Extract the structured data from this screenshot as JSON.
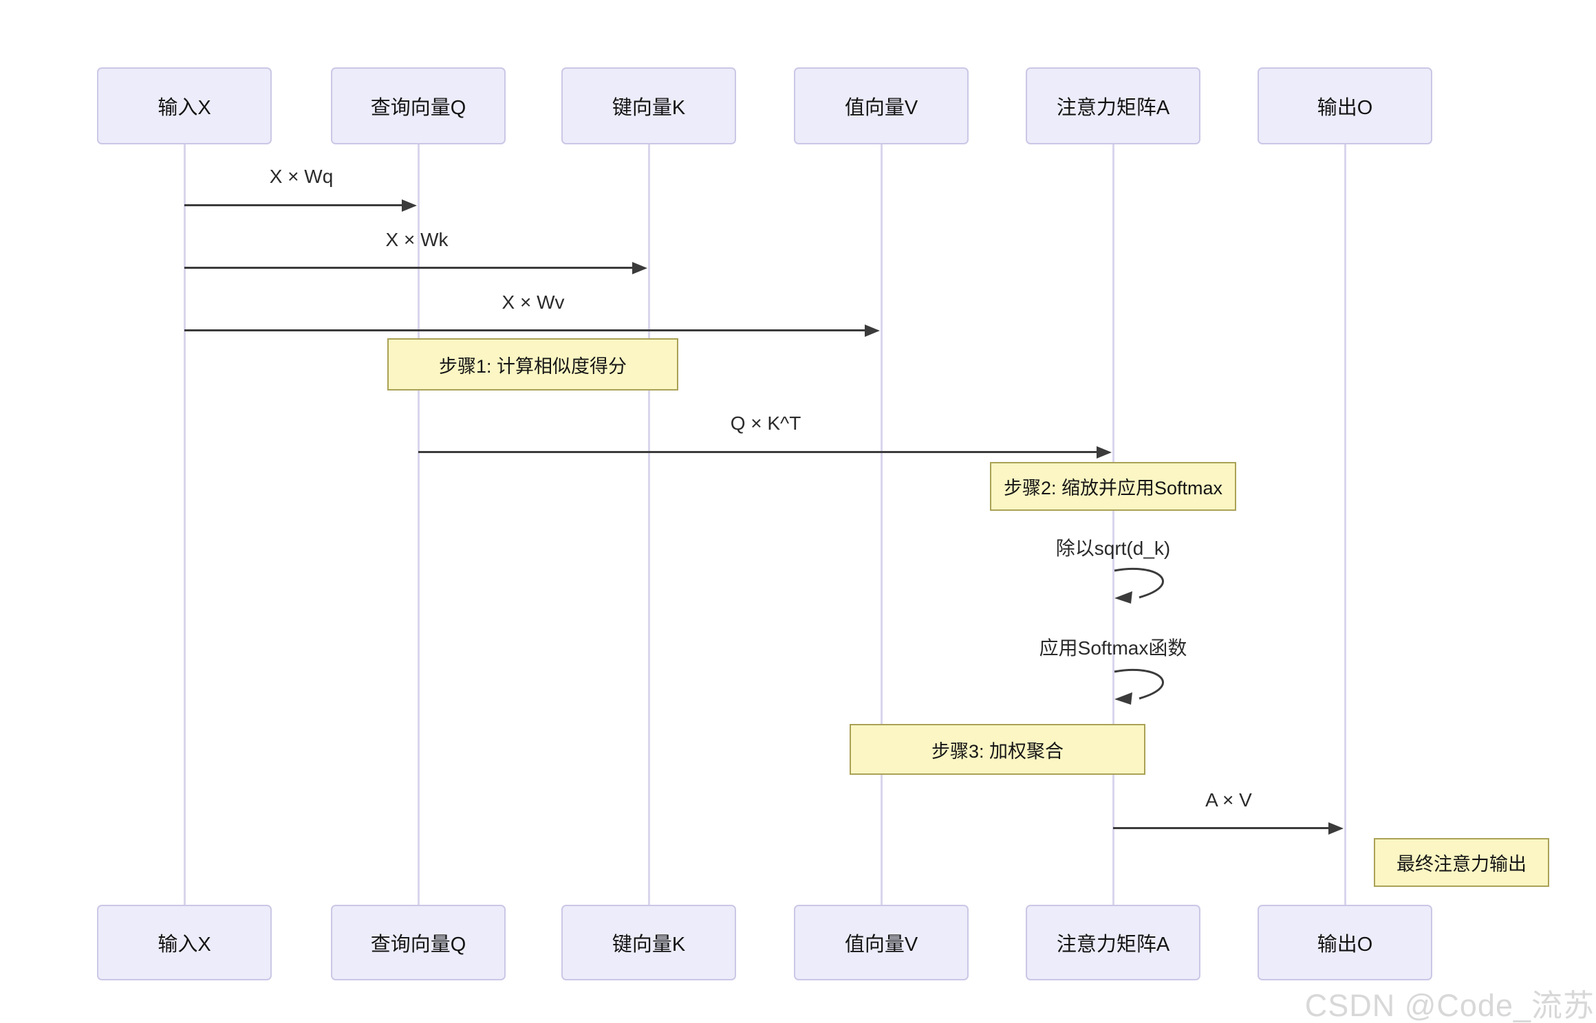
{
  "diagram": {
    "type": "sequence",
    "title": "",
    "actors": [
      {
        "id": "input-x",
        "label": "输入X"
      },
      {
        "id": "query-q",
        "label": "查询向量Q"
      },
      {
        "id": "key-k",
        "label": "键向量K"
      },
      {
        "id": "value-v",
        "label": "值向量V"
      },
      {
        "id": "attention-a",
        "label": "注意力矩阵A"
      },
      {
        "id": "output-o",
        "label": "输出O"
      }
    ],
    "messages": [
      {
        "from": "输入X",
        "to": "查询向量Q",
        "label": "X × Wq"
      },
      {
        "from": "输入X",
        "to": "键向量K",
        "label": "X × Wk"
      },
      {
        "from": "输入X",
        "to": "值向量V",
        "label": "X × Wv"
      },
      {
        "from": "查询向量Q",
        "to": "注意力矩阵A",
        "label": "Q × K^T"
      },
      {
        "from": "注意力矩阵A",
        "to": "输出O",
        "label": "A × V"
      }
    ],
    "self_messages": [
      {
        "actor": "注意力矩阵A",
        "label": "除以sqrt(d_k)"
      },
      {
        "actor": "注意力矩阵A",
        "label": "应用Softmax函数"
      }
    ],
    "notes": [
      {
        "text": "步骤1: 计算相似度得分",
        "over": [
          "查询向量Q",
          "键向量K"
        ]
      },
      {
        "text": "步骤2: 缩放并应用Softmax",
        "over": [
          "注意力矩阵A"
        ]
      },
      {
        "text": "步骤3: 加权聚合",
        "over": [
          "值向量V",
          "注意力矩阵A"
        ]
      },
      {
        "text": "最终注意力输出",
        "over": [
          "输出O"
        ]
      }
    ],
    "colors": {
      "actor_fill": "#ececfa",
      "actor_border": "#cbc7e6",
      "lifeline": "#d9d5ec",
      "note_fill": "#fbf6c3",
      "note_border": "#a9a156",
      "arrow": "#3b3b3b",
      "watermark": "#d8d8d8"
    }
  },
  "watermark": {
    "text": "CSDN @Code_流苏"
  }
}
